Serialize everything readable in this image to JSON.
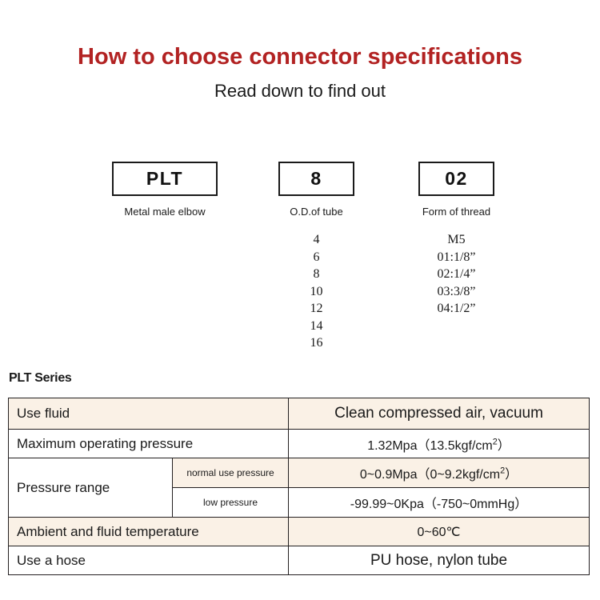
{
  "header": {
    "title": "How to choose connector specifications",
    "subtitle": "Read down to find out",
    "title_color": "#b22222"
  },
  "selector": {
    "columns": [
      {
        "code": "PLT",
        "caption": "Metal male elbow",
        "options": []
      },
      {
        "code": "8",
        "caption": "O.D.of tube",
        "options": [
          "4",
          "6",
          "8",
          "10",
          "12",
          "14",
          "16"
        ]
      },
      {
        "code": "02",
        "caption": "Form of thread",
        "options": [
          "M5",
          "01:1/8”",
          "02:1/4”",
          "03:3/8”",
          "04:1/2”"
        ]
      }
    ]
  },
  "spec": {
    "series_label": "PLT Series",
    "beige": "#faf1e6",
    "rows": [
      {
        "label": "Use fluid",
        "sub": null,
        "value": "Clean compressed air, vacuum"
      },
      {
        "label": "Maximum operating pressure",
        "sub": null,
        "value": "1.32Mpa（13.5kgf/cm²）"
      },
      {
        "label": "Pressure range",
        "sub": "normal use pressure",
        "value": "0~0.9Mpa（0~9.2kgf/cm²）"
      },
      {
        "label": "",
        "sub": "low pressure",
        "value": "-99.99~0Kpa（-750~0mmHg）"
      },
      {
        "label": "Ambient and fluid temperature",
        "sub": null,
        "value": "0~60℃"
      },
      {
        "label": "Use a hose",
        "sub": null,
        "value": "PU hose, nylon tube"
      }
    ]
  }
}
